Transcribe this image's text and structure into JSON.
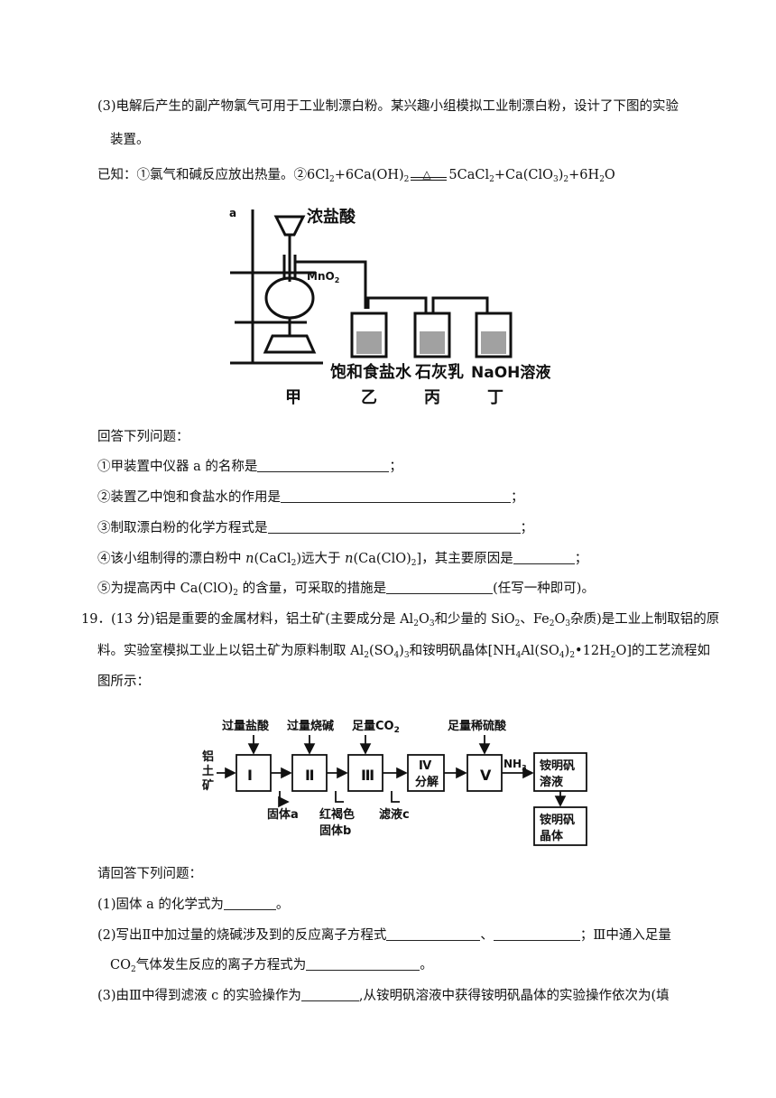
{
  "q18_3": {
    "line1": "(3)电解后产生的副产物氯气可用于工业制漂白粉。某兴趣小组模拟工业制漂白粉，设计了下图的实验",
    "line2": "装置。",
    "known_prefix": "已知：①氯气和碱反应放出热量。②6Cl",
    "known_mid1": "+6Ca(OH)",
    "known_mid2": "5CaCl",
    "known_mid3": "+Ca(ClO",
    "known_mid4": ")",
    "known_mid5": "+6H",
    "known_suffix": "O",
    "sub2": "2",
    "sub3": "3",
    "heat_symbol": "△"
  },
  "apparatus": {
    "label_a": "a",
    "conc_hcl": "浓盐酸",
    "mno2": "MnO",
    "mno2_sub": "2",
    "brine": "饱和食盐水",
    "lime_milk": "石灰乳",
    "naoh": "NaOH溶液",
    "jia": "甲",
    "yi": "乙",
    "bing": "丙",
    "ding": "丁"
  },
  "answer_intro": "回答下列问题：",
  "items": {
    "i1": "①甲装置中仪器 a 的名称是",
    "i2": "②装置乙中饱和食盐水的作用是",
    "i3": "③制取漂白粉的化学方程式是",
    "i4_a": "④该小组制得的漂白粉中 ",
    "i4_n1": "n",
    "i4_b": "(CaCl",
    "i4_c": ")远大于 ",
    "i4_n2": "n",
    "i4_d": "(Ca(ClO)",
    "i4_e": "]，其主要原因是",
    "i5_a": "⑤为提高丙中 Ca(ClO)",
    "i5_b": " 的含量，可采取的措施是",
    "i5_c": "(任写一种即可)。",
    "semicolon": "；"
  },
  "q19": {
    "line1a": "19．(13 分)铝是重要的金属材料，铝土矿(主要成分是 Al",
    "line1b": "O",
    "line1c": "和少量的 SiO",
    "line1d": "、Fe",
    "line1e": "O",
    "line1f": "杂质)是工业上制取铝的原",
    "line2a": "料。实验室模拟工业上以铝土矿为原料制取 Al",
    "line2b": "(SO",
    "line2c": ")",
    "line2d": "和铵明矾晶体[NH",
    "line2e": "Al(SO",
    "line2f": ")",
    "line2g": "•12H",
    "line2h": "O]的工艺流程如",
    "line3": "图所示：",
    "sub2": "2",
    "sub3": "3",
    "sub4": "4"
  },
  "flow": {
    "reagent1": "过量盐酸",
    "reagent2": "过量烧碱",
    "reagent3": "足量CO",
    "reagent3_sub": "2",
    "reagent5": "足量稀硫酸",
    "start1": "铝",
    "start2": "土",
    "start3": "矿",
    "box1": "Ⅰ",
    "box2": "Ⅱ",
    "box3": "Ⅲ",
    "box4a": "Ⅳ",
    "box4b": "分解",
    "box5": "Ⅴ",
    "nh3": "NH",
    "nh3_sub": "3",
    "out1a": "铵明矾",
    "out1b": "溶液",
    "out2a": "铵明矾",
    "out2b": "晶体",
    "solid_a": "固体a",
    "solid_b1": "红褐色",
    "solid_b2": "固体b",
    "filtrate_c": "滤液c"
  },
  "q19_sub": {
    "intro": "请回答下列问题：",
    "s1": "(1)固体 a 的化学式为",
    "s1_end": "。",
    "s2a": "(2)写出Ⅱ中加过量的烧碱涉及到的反应离子方程式",
    "s2_sep": "、",
    "s2b": "；Ⅲ中通入足量",
    "s2c_co": "CO",
    "s2c": "气体发生反应的离子方程式为",
    "s2_end": "。",
    "s3a": "(3)由Ⅲ中得到滤液 c 的实验操作为",
    "s3b": ",从铵明矾溶液中获得铵明矾晶体的实验操作依次为(填",
    "sub2": "2"
  }
}
